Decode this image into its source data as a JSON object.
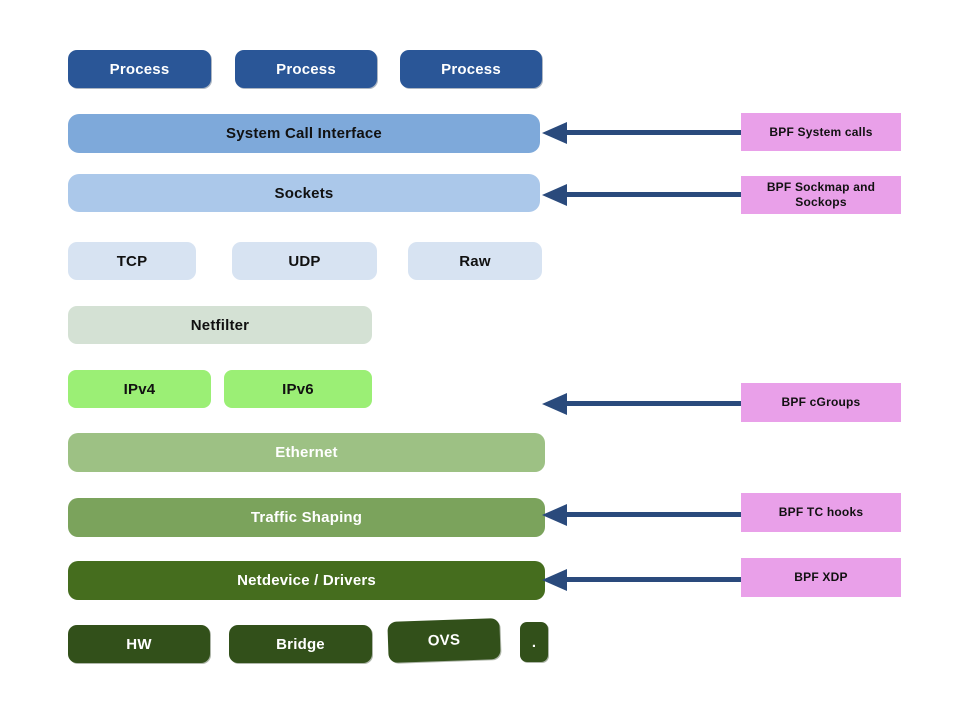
{
  "diagram": {
    "description": "Linux network stack layers with BPF hook points",
    "colors": {
      "process_blue": "#2a5697",
      "system_call_blue": "#7ea9da",
      "sockets_blue": "#abc8ea",
      "protocol_light_blue": "#d7e3f2",
      "netfilter_sage": "#d4e1d4",
      "ip_bright_green": "#9bef75",
      "ethernet_green": "#9dc184",
      "traffic_shaping_green": "#7ba35c",
      "netdevice_green": "#456d1e",
      "hw_dark_green": "#32501a",
      "bpf_pink": "#e9a0e9",
      "arrow_navy": "#2a4a7c",
      "background": "#ffffff"
    },
    "processes": [
      "Process",
      "Process",
      "Process"
    ],
    "layers": {
      "system_call_interface": "System Call Interface",
      "sockets": "Sockets",
      "tcp": "TCP",
      "udp": "UDP",
      "raw": "Raw",
      "netfilter": "Netfilter",
      "ipv4": "IPv4",
      "ipv6": "IPv6",
      "ethernet": "Ethernet",
      "traffic_shaping": "Traffic Shaping",
      "netdevice_drivers": "Netdevice / Drivers",
      "hw": "HW",
      "bridge": "Bridge",
      "ovs": "OVS",
      "dot": "."
    },
    "bpf_annotations": {
      "system_calls": "BPF System calls",
      "sockmap_sockops": "BPF Sockmap and Sockops",
      "cgroups": "BPF cGroups",
      "tc_hooks": "BPF TC hooks",
      "xdp": "BPF XDP"
    }
  }
}
